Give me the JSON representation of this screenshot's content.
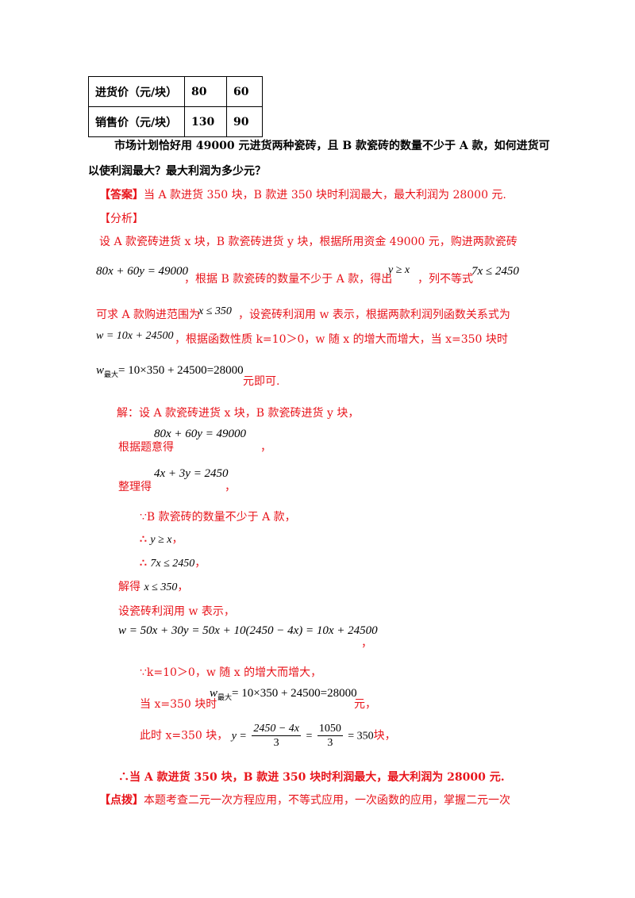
{
  "table": {
    "rows": [
      {
        "label": "进货价（元/块）",
        "a": "80",
        "b": "60"
      },
      {
        "label": "销售价（元/块）",
        "a": "130",
        "b": "90"
      }
    ]
  },
  "question": {
    "line1": "市场计划恰好用 49000 元进货两种瓷砖，且 B 款瓷砖的数量不少于 A 款，如何进货可",
    "line2": "以使利润最大？最大利润为多少元？"
  },
  "answer": {
    "tag": "【答案】",
    "text": "当 A 款进货 350 块，B 款进 350 块时利润最大，最大利润为 28000 元."
  },
  "analysis": {
    "tag": "【分析】",
    "p1": "设 A 款瓷砖进货 x 块，B 款瓷砖进货 y 块，根据所用资金 49000 元，购进两款瓷砖",
    "eq1": "80x + 60y = 49000",
    "p2a": "，根据 B 款瓷砖的数量不少于 A 款，得出",
    "ineq1": "y ≥ x",
    "p2b": "，列不等式",
    "ineq2": "7x ≤ 2450",
    "p3a": "可求 A 款购进范围为",
    "ineq3": "x ≤ 350",
    "p3b": "，设瓷砖利润用 w 表示，根据两款利润列函数关系式为",
    "eq2": "w = 10x + 24500",
    "p4": "，根据函数性质 k=10＞0，w 随 x 的增大而增大，当 x=350 块时",
    "w_base": "w",
    "w_sub": "最大",
    "eq3": "= 10×350 + 24500=28000",
    "p5": "元即可."
  },
  "solution": {
    "l1": "解：设 A 款瓷砖进货 x 块，B 款瓷砖进货 y 块，",
    "l2": "根据题意得",
    "eq1": "80x + 60y = 49000",
    "comma": "，",
    "l3": "整理得",
    "eq2": "4x + 3y = 2450",
    "l4": "∵B 款瓷砖的数量不少于 A 款，",
    "therefore": "∴",
    "ineq1": "y ≥ x",
    "ineq2": "7x ≤ 2450",
    "l7": "解得",
    "ineq3": "x ≤ 350",
    "l8": "设瓷砖利润用 w 表示，",
    "eq3": "w = 50x + 30y = 50x + 10(2450 − 4x) = 10x + 24500",
    "l9": "∵k=10＞0，w 随 x 的增大而增大，",
    "l10a": "当 x=350 块时",
    "w_base": "w",
    "w_sub": "最大",
    "eq4": "= 10×350 + 24500=28000",
    "yuan": "元，",
    "l11a": "此时 x=350 块，",
    "y_eq": "y =",
    "frac1_num": "2450 − 4x",
    "frac1_den": "3",
    "eq_sign": "=",
    "frac2_num": "1050",
    "frac2_den": "3",
    "tail": "= 350",
    "kuai": "块，",
    "conclusion": "∴当 A 款进货 350 块，B 款进 350 块时利润最大，最大利润为 28000 元."
  },
  "comment": {
    "tag": "【点拨】",
    "text": "本题考查二元一次方程应用，不等式应用，一次函数的应用，掌握二元一次"
  }
}
